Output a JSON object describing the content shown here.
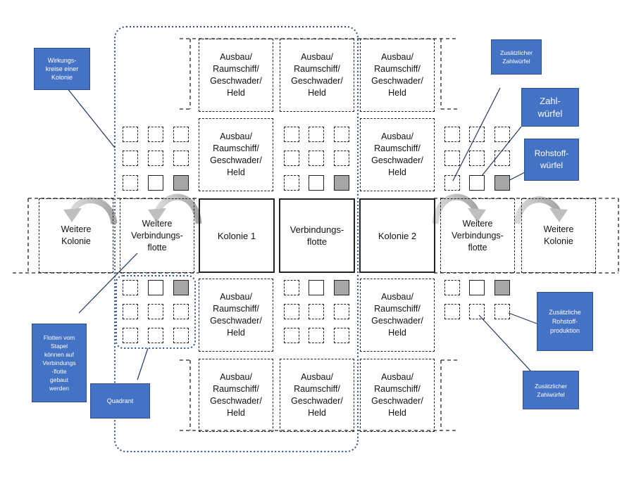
{
  "cells": {
    "ausbau": "Ausbau/\nRaumschiff/\nGeschwader/\nHeld",
    "kolonie1": "Kolonie 1",
    "verbindungsflotte_center": "Verbindungs-\nflotte",
    "kolonie2": "Kolonie 2",
    "weitere_verbindungsflotte": "Weitere\nVerbindungs-\nflotte",
    "weitere_kolonie": "Weitere\nKolonie"
  },
  "callouts": {
    "wirkungskreise": "Wirkungs-\nkreise einer\nKolonie",
    "zusaetzlicher_zahlwuerfel_top": "Zusätzlicher\nZahlwürfel",
    "zahlwuerfel": "Zahl-\nwürfel",
    "rohstoffwuerfel": "Rohstoff-\nwürfel",
    "flotten_vom_stapel": "Flotten vom\nStapel\nkönnen auf\nVerbindungs\n-flotte\ngebaut\nwerden",
    "quadrant": "Quadrant",
    "zusaetzliche_rohstoffproduktion": "Zusätzliche\nRohstoff-\nproduktion",
    "zusaetzlicher_zahlwuerfel_bottom": "Zusätzlicher\nZahlwürfel"
  },
  "colors": {
    "callout_fill": "#4472c4",
    "callout_border": "#2f528f",
    "callout_text": "#ffffff",
    "dotted_outline": "#2f528f",
    "rohstoff_die": "#a6a6a6",
    "arrow": "#bfbfbf",
    "line": "#1f3864"
  }
}
